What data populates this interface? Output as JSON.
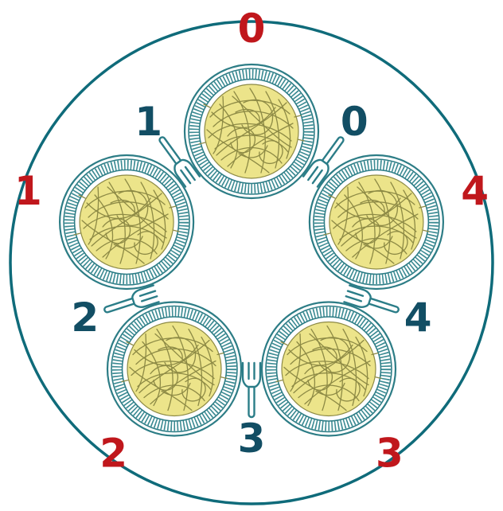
{
  "colors": {
    "table_edge": "#0f6b7a",
    "plate_rim": "#2d7d86",
    "plate_stripes": "#3a8a92",
    "noodle_fill": "#ece48a",
    "noodle_line": "#8d8a45",
    "fork": "#2b7d88",
    "seat_label": "#c0171c",
    "fork_label": "#124e64"
  },
  "seats": [
    {
      "label": "0"
    },
    {
      "label": "1"
    },
    {
      "label": "2"
    },
    {
      "label": "3"
    },
    {
      "label": "4"
    }
  ],
  "forks": [
    {
      "label": "0"
    },
    {
      "label": "1"
    },
    {
      "label": "2"
    },
    {
      "label": "3"
    },
    {
      "label": "4"
    }
  ]
}
